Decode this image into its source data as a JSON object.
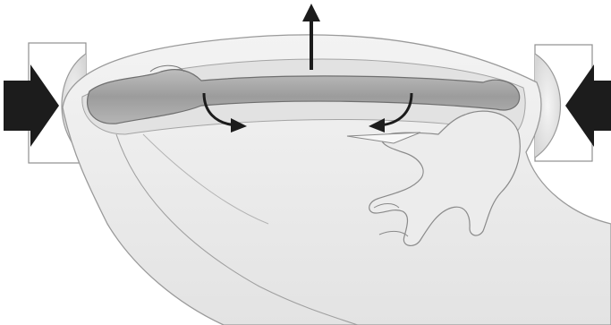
{
  "figure": {
    "kind": "anatomical-illustration",
    "caption_text": "",
    "arrows": [
      {
        "id": "left-compression",
        "icon": "arrow-right-icon",
        "direction": "right",
        "style": "solid-filled"
      },
      {
        "id": "right-compression",
        "icon": "arrow-left-icon",
        "direction": "left",
        "style": "solid-filled"
      },
      {
        "id": "upward-force",
        "icon": "arrow-up-icon",
        "direction": "up",
        "style": "line"
      },
      {
        "id": "left-curved",
        "icon": "curved-arrow-icon",
        "direction": "down-right",
        "style": "line"
      },
      {
        "id": "right-curved",
        "icon": "curved-arrow-icon",
        "direction": "down-left",
        "style": "line"
      }
    ]
  },
  "colors": {
    "background": "#ffffff",
    "ink": "#1f1f1f",
    "outline": "#8a8a8a",
    "body_fill": "#eeeeee",
    "body_fill_dark": "#dcdcdc",
    "bone": "#a9a9a9",
    "bone_dark": "#7d7d7d",
    "arrow": "#1c1c1c"
  }
}
